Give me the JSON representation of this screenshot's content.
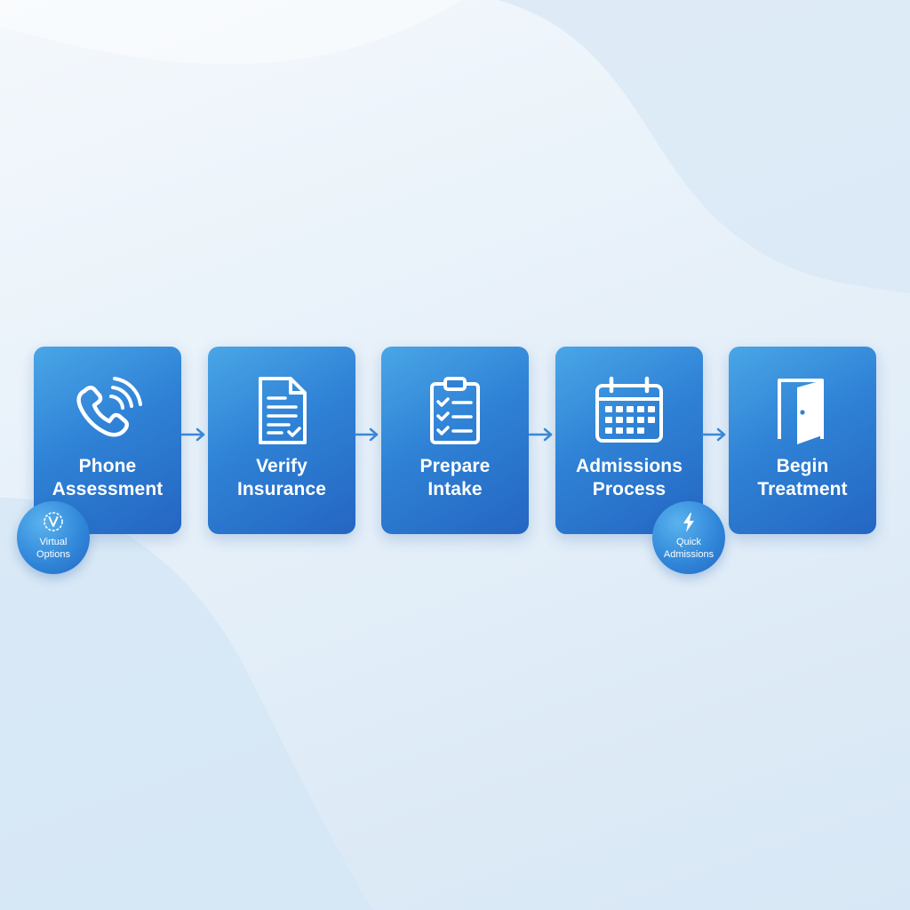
{
  "colors": {
    "card_light": "#4aa6e6",
    "card_dark": "#2466c2",
    "arrow": "#3a87d6",
    "text": "#ffffff",
    "background": "#e6f0f9"
  },
  "steps": [
    {
      "icon": "phone-icon",
      "line1": "Phone",
      "line2": "Assessment"
    },
    {
      "icon": "document-icon",
      "line1": "Verify",
      "line2": "Insurance"
    },
    {
      "icon": "clipboard-checklist-icon",
      "line1": "Prepare",
      "line2": "Intake"
    },
    {
      "icon": "calendar-icon",
      "line1": "Admissions",
      "line2": "Process"
    },
    {
      "icon": "door-icon",
      "line1": "Begin",
      "line2": "Treatment"
    }
  ],
  "badges": [
    {
      "icon": "v-emblem-icon",
      "line1": "Virtual",
      "line2": "Options"
    },
    {
      "icon": "lightning-bolt-icon",
      "line1": "Quick",
      "line2": "Admissions"
    }
  ]
}
